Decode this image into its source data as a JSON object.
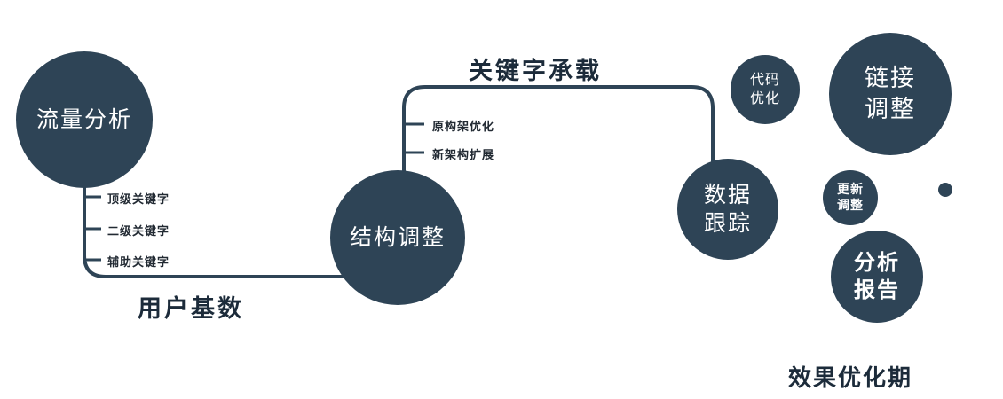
{
  "colors": {
    "node_fill": "#2e4456",
    "line": "#2e4456",
    "label_text": "#1c2b3a",
    "node_text": "#ffffff"
  },
  "nodes": {
    "traffic": {
      "label": "流量分析"
    },
    "structure": {
      "label": "结构调整"
    },
    "tracking": {
      "line1": "数据",
      "line2": "跟踪"
    },
    "code": {
      "line1": "代码",
      "line2": "优化"
    },
    "link": {
      "line1": "链接",
      "line2": "调整"
    },
    "update": {
      "line1": "更新",
      "line2": "调整"
    },
    "report": {
      "line1": "分析",
      "line2": "报告"
    }
  },
  "edge_labels": {
    "keyword_carry": "关键字承载",
    "user_base": "用户基数",
    "effect_period": "效果优化期"
  },
  "branch_labels": {
    "traffic": [
      "顶级关键字",
      "二级关键字",
      "辅助关键字"
    ],
    "structure": [
      "原构架优化",
      "新架构扩展"
    ]
  }
}
